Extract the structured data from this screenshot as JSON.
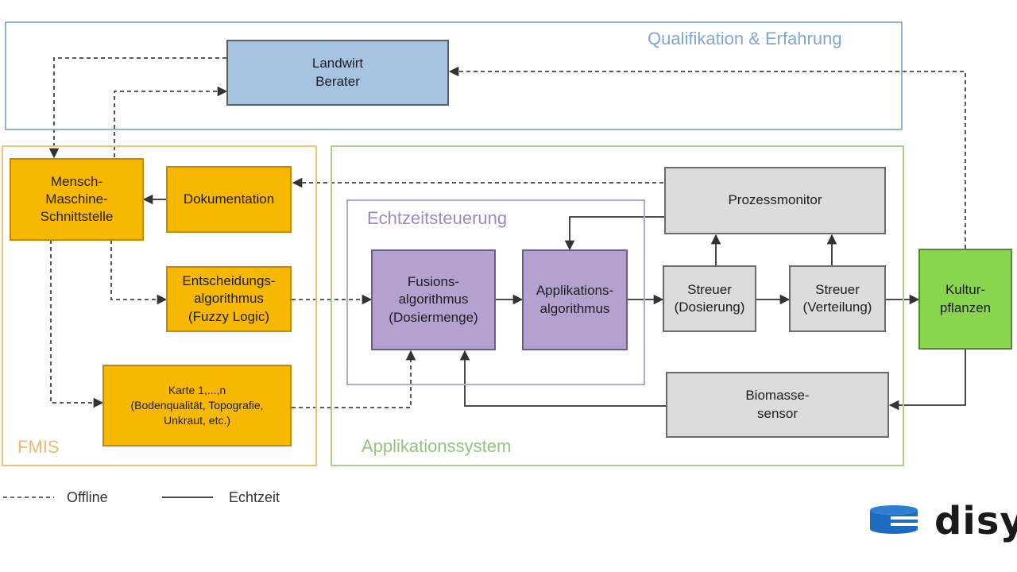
{
  "regions": {
    "qualification": "Qualifikation & Erfahrung",
    "fmis": "FMIS",
    "application_system": "Applikationssystem",
    "realtime_control": "Echtzeitsteuerung"
  },
  "nodes": {
    "landwirt": "Landwirt\nBerater",
    "mmi": "Mensch-\nMaschine-\nSchnittstelle",
    "dokumentation": "Dokumentation",
    "entscheidung": "Entscheidungs-\nalgorithmus\n(Fuzzy Logic)",
    "karte": "Karte 1,...,n\n(Bodenqualität, Topografie,\nUnkraut, etc.)",
    "fusion": "Fusions-\nalgorithmus\n(Dosiermenge)",
    "applikation": "Applikations-\nalgorithmus",
    "prozessmonitor": "Prozessmonitor",
    "streuer_dosierung": "Streuer\n(Dosierung)",
    "streuer_verteilung": "Streuer\n(Verteilung)",
    "kulturpflanzen": "Kultur-\npflanzen",
    "biomasse": "Biomasse-\nsensor"
  },
  "legend": {
    "offline": "Offline",
    "realtime": "Echtzeit"
  },
  "logo": {
    "text": "disy"
  },
  "colors": {
    "qualification_border": "#8fb2dc",
    "fmis_border": "#f0c27a",
    "application_border": "#a9d18e",
    "realtime_border": "#b9a8d6",
    "logo_blue": "#1e6cc2"
  }
}
